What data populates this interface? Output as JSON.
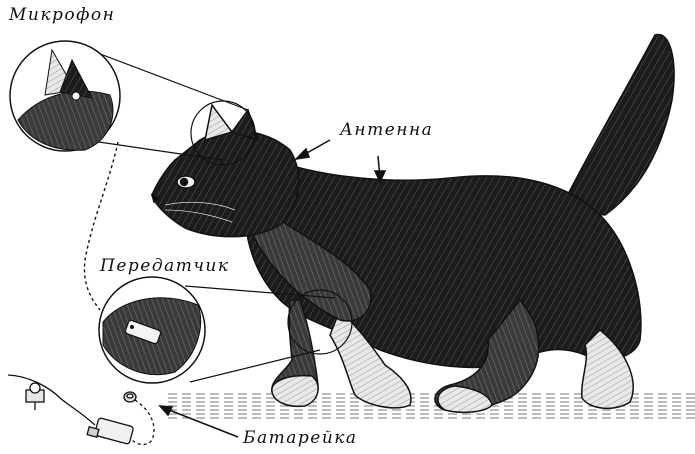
{
  "labels": {
    "microphone": "Микрофон",
    "antenna": "Антенна",
    "transmitter": "Передатчик",
    "battery": "Батарейка"
  },
  "colors": {
    "ink": "#111111",
    "fur_dark": "#1c1c1c",
    "fur_mid": "#3a3a3a",
    "fur_light": "#d8d8d8",
    "background": "#ffffff"
  },
  "icons": {
    "cat": "cat-illustration",
    "microphone_inset": "ear-magnifier-circle",
    "transmitter_inset": "chest-magnifier-circle",
    "battery": "battery-coin-cell",
    "device": "transmitter-device"
  }
}
